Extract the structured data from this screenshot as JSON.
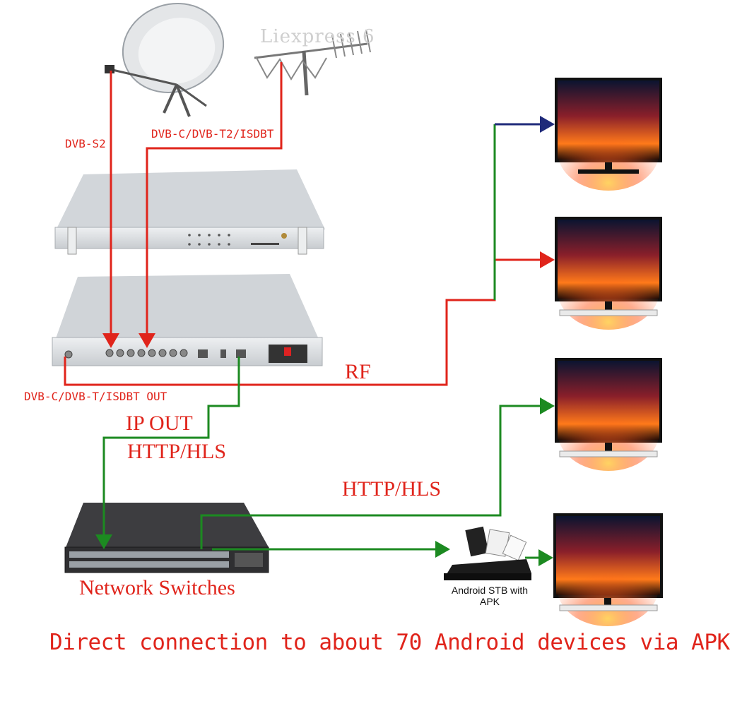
{
  "colors": {
    "rf_line": "#e0241b",
    "ip_line": "#1c8a21",
    "arrow_top": "#1f2a7a",
    "label": "#e0241b",
    "device_body": "#d9dcdf",
    "switch_body": "#2f2f31"
  },
  "labels": {
    "dvb_s2": "DVB-S2",
    "dvb_c_t2": "DVB-C/DVB-T2/ISDBT",
    "rf": "RF",
    "out": "DVB-C/DVB-T/ISDBT OUT",
    "ip_out": "IP OUT",
    "http_left": "HTTP/HLS",
    "http_right": "HTTP/HLS",
    "switches": "Network Switches",
    "stb_line1": "Android STB with",
    "stb_line2": "APK",
    "bottom": "Direct connection to about 70 Android devices via APK",
    "watermark": "Liexpress 6"
  },
  "icons": [
    "satellite-dish-icon",
    "antenna-icon",
    "headend-device-icon",
    "network-switch-icon",
    "android-stb-icon",
    "tv-icon"
  ]
}
